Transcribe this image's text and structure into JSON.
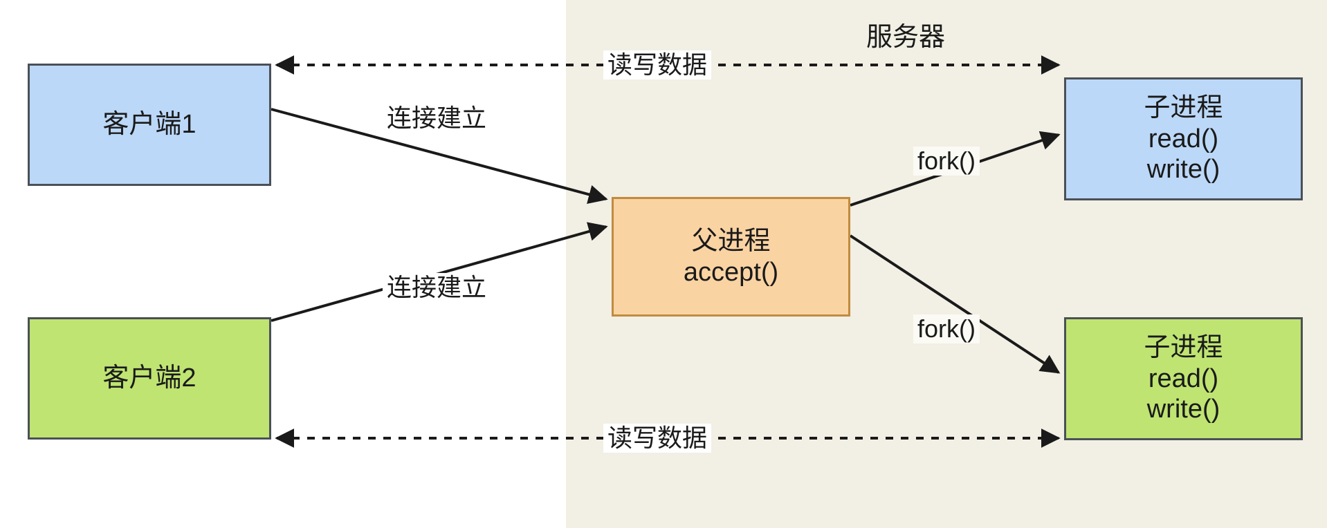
{
  "diagram": {
    "title_region": "服务器",
    "background": "#ffffff",
    "server_region_color": "#f2efe4"
  },
  "nodes": {
    "client1": {
      "label": "客户端1",
      "color": "#bcd8f8"
    },
    "client2": {
      "label": "客户端2",
      "color": "#bfe472"
    },
    "parent": {
      "title": "父进程",
      "call": "accept()",
      "color": "#fad3a3"
    },
    "child1": {
      "title": "子进程",
      "call_read": "read()",
      "call_write": "write()",
      "color": "#bcd8f8"
    },
    "child2": {
      "title": "子进程",
      "call_read": "read()",
      "call_write": "write()",
      "color": "#bfe472"
    }
  },
  "edges": {
    "rw_top": "读写数据",
    "rw_bottom": "读写数据",
    "connect_top": "连接建立",
    "connect_bottom": "连接建立",
    "fork_top": "fork()",
    "fork_bottom": "fork()"
  }
}
